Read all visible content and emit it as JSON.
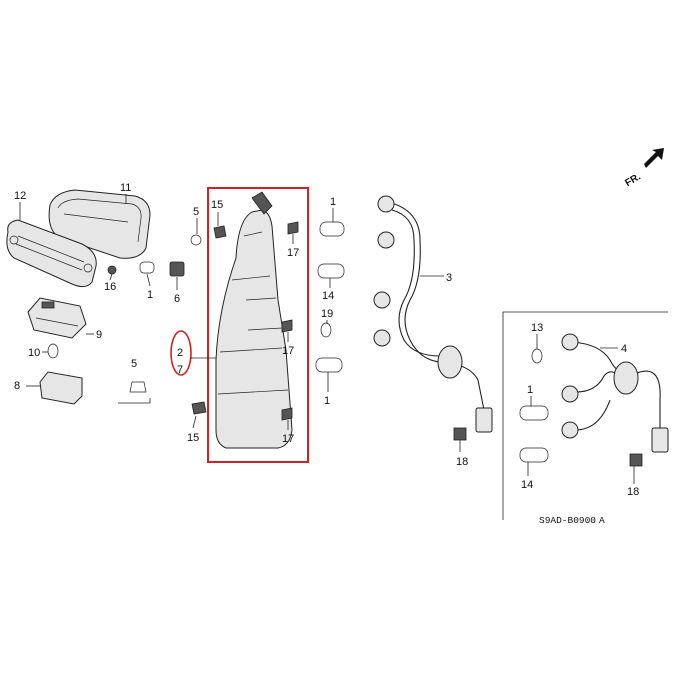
{
  "callouts": {
    "c12": "12",
    "c11": "11",
    "c16": "16",
    "c1a": "1",
    "c6": "6",
    "c9": "9",
    "c10": "10",
    "c8": "8",
    "c5a": "5",
    "c15a": "15",
    "c2": "2",
    "c7": "7",
    "c5b": "5",
    "c15b": "15",
    "c17a": "17",
    "c17b": "17",
    "c17c": "17",
    "c1b": "1",
    "c14a": "14",
    "c19": "19",
    "c1c": "1",
    "c3": "3",
    "c18a": "18",
    "c13": "13",
    "c4": "4",
    "c1d": "1",
    "c14b": "14",
    "c18b": "18"
  },
  "direction": "FR.",
  "diagram_code": "S9AD-B0900",
  "diagram_rev": "A",
  "colors": {
    "highlight": "#d42020",
    "line": "#222222",
    "shade": "#e6e6e6"
  }
}
